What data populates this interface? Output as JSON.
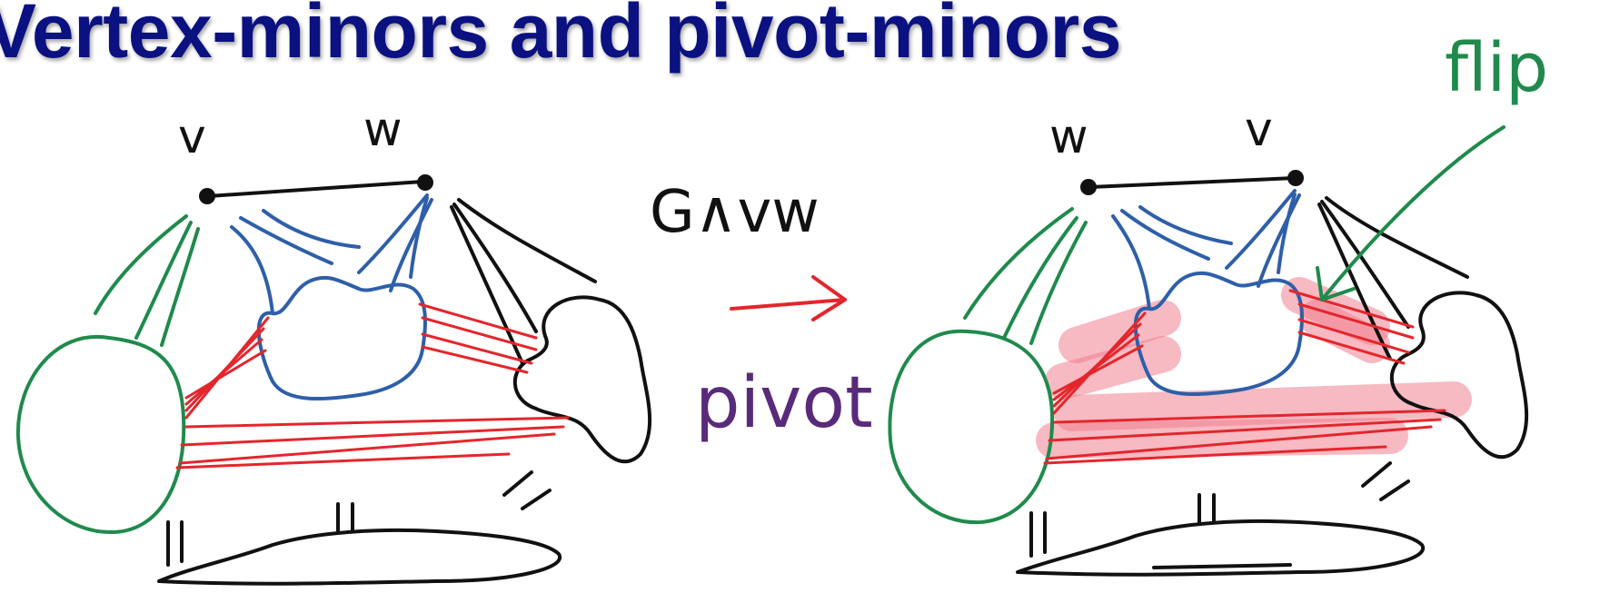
{
  "title": "Vertex-minors and pivot-minors",
  "operation_label": "G∧vw",
  "operation_name": "pivot",
  "flip_label": "flip",
  "left_graph": {
    "v_label": "v",
    "w_label": "w"
  },
  "right_graph": {
    "w_label": "w",
    "v_label": "v"
  },
  "colors": {
    "title": "#0b1180",
    "green": "#1f8a4c",
    "blue": "#2e5fa8",
    "red": "#e4262c",
    "highlight": "#f07f8f",
    "purple": "#5a2a7a",
    "ink": "#111111"
  }
}
